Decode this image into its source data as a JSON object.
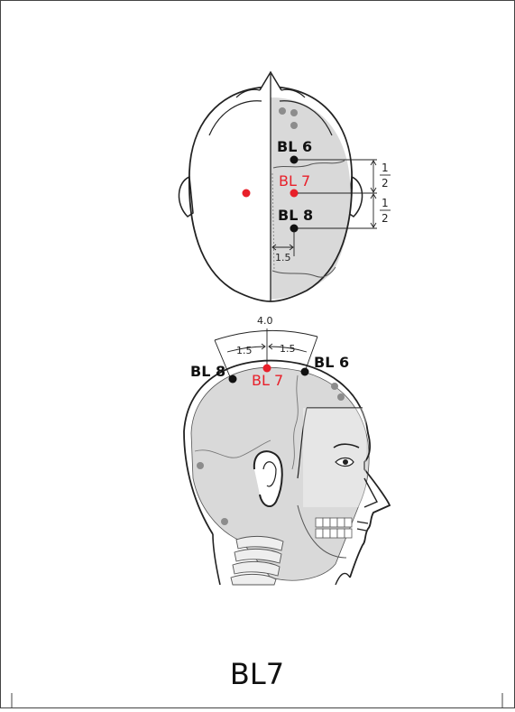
{
  "colors": {
    "accent_red": "#e8202a",
    "point_black": "#111111",
    "bone_gray": "#d9d9d9",
    "dot_gray": "#8c8c8c",
    "outline": "#222222"
  },
  "top_view": {
    "points": {
      "bl6": "BL 6",
      "bl7": "BL 7",
      "bl8": "BL 8"
    },
    "fraction_upper": {
      "numerator": "1",
      "denominator": "2"
    },
    "fraction_lower": {
      "numerator": "1",
      "denominator": "2"
    },
    "lateral_distance": "1.5"
  },
  "side_view": {
    "total_distance": "4.0",
    "segment_left": "1.5",
    "segment_right": "1.5",
    "points": {
      "bl6": "BL 6",
      "bl7": "BL 7",
      "bl8": "BL 8"
    }
  },
  "caption": "BL7"
}
